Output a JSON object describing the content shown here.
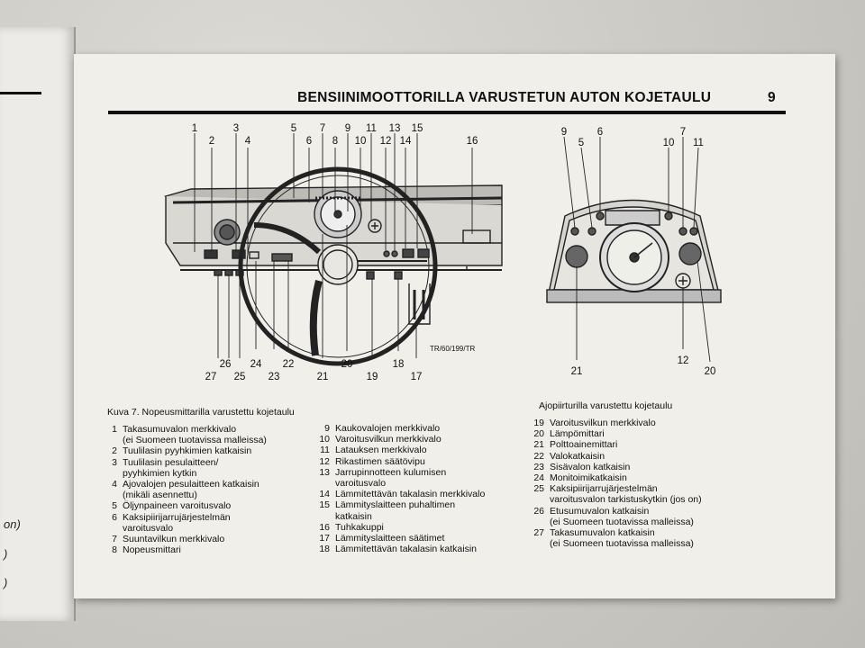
{
  "page": {
    "header": "BENSIINIMOOTTORILLA VARUSTETUN AUTON KOJETAULU",
    "page_number": "9"
  },
  "left_page_fragments": [
    "on)",
    ")",
    ")"
  ],
  "figure": {
    "code": "TR/60/199/TR",
    "top_labels": [
      "1",
      "2",
      "3",
      "4",
      "5",
      "6",
      "7",
      "8",
      "9",
      "10",
      "11",
      "12",
      "13",
      "14",
      "15",
      "16"
    ],
    "bottom_labels": [
      "27",
      "26",
      "25",
      "24",
      "23",
      "22",
      "21",
      "20",
      "19",
      "18",
      "17"
    ],
    "small_top_labels": [
      "9",
      "5",
      "6",
      "10",
      "7",
      "11"
    ],
    "small_bottom_labels": [
      "21",
      "12",
      "20"
    ]
  },
  "captions": {
    "left": "Kuva 7.   Nopeusmittarilla varustettu kojetaulu",
    "right": "Ajopiirturilla varustettu kojetaulu"
  },
  "legend": {
    "col1": [
      {
        "n": "1",
        "lines": [
          "Takasumuvalon merkkivalo",
          "(ei Suomeen tuotavissa malleissa)"
        ]
      },
      {
        "n": "2",
        "lines": [
          "Tuulilasin pyyhkimien katkaisin"
        ]
      },
      {
        "n": "3",
        "lines": [
          "Tuulilasin pesulaitteen/",
          "pyyhkimien kytkin"
        ]
      },
      {
        "n": "4",
        "lines": [
          "Ajovalojen pesulaitteen katkaisin",
          "(mikäli asennettu)"
        ]
      },
      {
        "n": "5",
        "lines": [
          "Öljynpaineen varoitusvalo"
        ]
      },
      {
        "n": "6",
        "lines": [
          "Kaksipiirijarrujärjestelmän",
          "varoitusvalo"
        ]
      },
      {
        "n": "7",
        "lines": [
          "Suuntavilkun merkkivalo"
        ]
      },
      {
        "n": "8",
        "lines": [
          "Nopeusmittari"
        ]
      }
    ],
    "col2": [
      {
        "n": "9",
        "lines": [
          "Kaukovalojen merkkivalo"
        ]
      },
      {
        "n": "10",
        "lines": [
          "Varoitusvilkun merkkivalo"
        ]
      },
      {
        "n": "11",
        "lines": [
          "Latauksen merkkivalo"
        ]
      },
      {
        "n": "12",
        "lines": [
          "Rikastimen säätövipu"
        ]
      },
      {
        "n": "13",
        "lines": [
          "Jarrupinnotteen kulumisen",
          "varoitusvalo"
        ]
      },
      {
        "n": "14",
        "lines": [
          "Lämmitettävän takalasin merkkivalo"
        ]
      },
      {
        "n": "15",
        "lines": [
          "Lämmityslaitteen puhaltimen",
          "katkaisin"
        ]
      },
      {
        "n": "16",
        "lines": [
          "Tuhkakuppi"
        ]
      },
      {
        "n": "17",
        "lines": [
          "Lämmityslaitteen säätimet"
        ]
      },
      {
        "n": "18",
        "lines": [
          "Lämmitettävän takalasin katkaisin"
        ]
      }
    ],
    "col3": [
      {
        "n": "19",
        "lines": [
          "Varoitusvilkun merkkivalo"
        ]
      },
      {
        "n": "20",
        "lines": [
          "Lämpömittari"
        ]
      },
      {
        "n": "21",
        "lines": [
          "Polttoainemittari"
        ]
      },
      {
        "n": "22",
        "lines": [
          "Valokatkaisin"
        ]
      },
      {
        "n": "23",
        "lines": [
          "Sisävalon katkaisin"
        ]
      },
      {
        "n": "24",
        "lines": [
          "Monitoimikatkaisin"
        ]
      },
      {
        "n": "25",
        "lines": [
          "Kaksipiirijarrujärjestelmän",
          "varoitusvalon tarkistuskytkin (jos on)"
        ]
      },
      {
        "n": "26",
        "lines": [
          "Etusumuvalon katkaisin",
          "(ei Suomeen tuotavissa malleissa)"
        ]
      },
      {
        "n": "27",
        "lines": [
          "Takasumuvalon katkaisin",
          "(ei Suomeen tuotavissa malleissa)"
        ]
      }
    ]
  }
}
